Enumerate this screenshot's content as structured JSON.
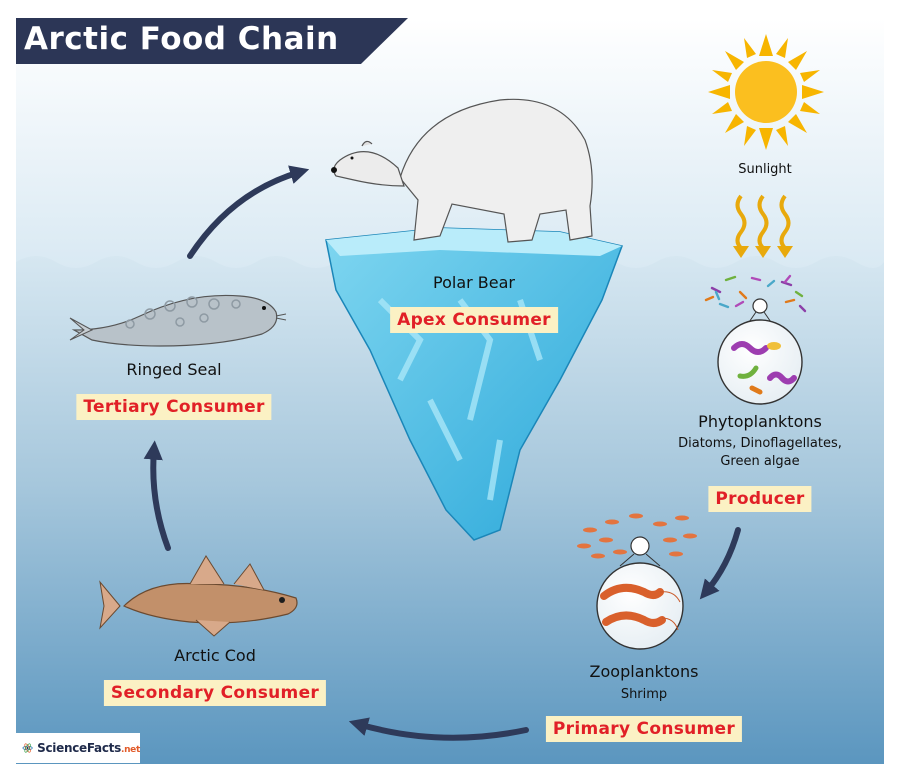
{
  "title": "Arctic Food Chain",
  "logo": {
    "main": "ScienceFacts",
    "suffix": ".net",
    "icon": "atom-icon"
  },
  "colors": {
    "banner": "#2c3656",
    "badge_bg": "#fbf1c4",
    "badge_text": "#e12027",
    "arrow": "#2e3a5a",
    "sun": "#f7b500",
    "water_top": "#cfe3ee",
    "water_bottom": "#5d98c0"
  },
  "organisms": {
    "sunlight": {
      "name": "Sunlight"
    },
    "phytoplankton": {
      "name": "Phytoplanktons",
      "detail_1": "Diatoms, Dinoflagellates,",
      "detail_2": "Green algae",
      "role": "Producer"
    },
    "zooplankton": {
      "name": "Zooplanktons",
      "detail": "Shrimp",
      "role": "Primary Consumer"
    },
    "cod": {
      "name": "Arctic Cod",
      "role": "Secondary Consumer"
    },
    "seal": {
      "name": "Ringed Seal",
      "role": "Tertiary Consumer"
    },
    "bear": {
      "name": "Polar Bear",
      "role": "Apex Consumer"
    }
  }
}
